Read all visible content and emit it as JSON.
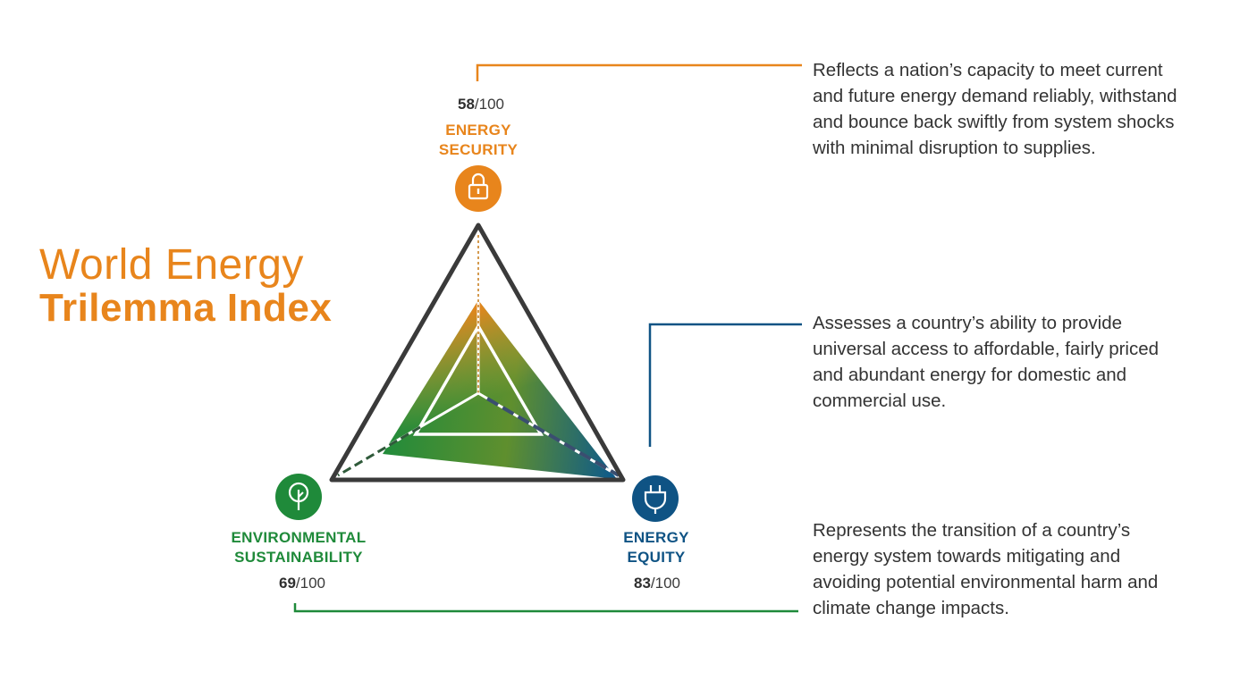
{
  "title": {
    "line1": "World Energy",
    "line2": "Trilemma Index"
  },
  "dimensions": {
    "security": {
      "label_line1": "ENERGY",
      "label_line2": "SECURITY",
      "score": "58",
      "out_of": "/100",
      "icon": "padlock-icon",
      "color": "#e8851c",
      "description": "Reflects a nation’s capacity to meet current and future energy demand reliably, withstand and bounce back swiftly from system shocks with minimal disruption to supplies."
    },
    "equity": {
      "label_line1": "ENERGY",
      "label_line2": "EQUITY",
      "score": "83",
      "out_of": "/100",
      "icon": "power-plug-icon",
      "color": "#0f5384",
      "description": "Assesses a country’s ability to provide universal access to affordable, fairly priced and abundant energy for domestic and commercial use."
    },
    "sustainability": {
      "label_line1": "ENVIRONMENTAL",
      "label_line2": "SUSTAINABILITY",
      "score": "69",
      "out_of": "/100",
      "icon": "tree-icon",
      "color": "#1f8a3a",
      "description": "Represents the transition of a country’s energy system towards mitigating and avoiding potential environmental harm and climate change impacts."
    }
  },
  "colors": {
    "frame": "#3a3a3a",
    "text": "#333333"
  }
}
